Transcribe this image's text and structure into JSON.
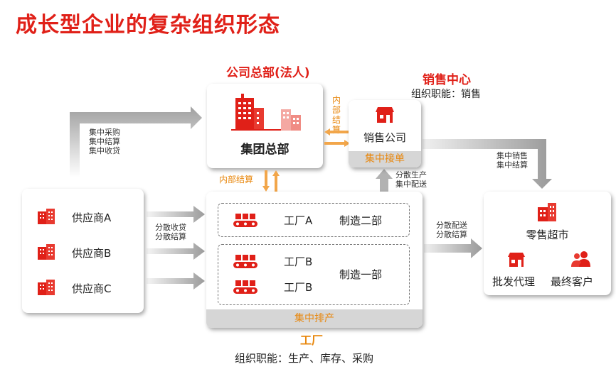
{
  "title": "成长型企业的复杂组织形态",
  "hq": {
    "heading": "公司总部(法人)",
    "name": "集团总部",
    "internal_settlement_vertical": "内部结算",
    "internal_settlement_side": [
      "内",
      "部",
      "结",
      "算"
    ]
  },
  "sales": {
    "heading": "销售中心",
    "function": "组织职能：销售",
    "company": "销售公司",
    "bar": "集中接单"
  },
  "suppliers": {
    "items": [
      "供应商A",
      "供应商B",
      "供应商C"
    ]
  },
  "arrows": {
    "top_left": [
      "集中采购",
      "集中结算",
      "集中收贷"
    ],
    "supplier_to_factory": [
      "分散收贷",
      "分散结算"
    ],
    "factory_to_sales": [
      "分散生产",
      "集中配送"
    ],
    "factory_to_retail": [
      "分散配送",
      "分散结算"
    ],
    "sales_to_retail": [
      "集中销售",
      "集中结算"
    ]
  },
  "factory": {
    "heading": "工厂",
    "function": "组织职能：生产、库存、采购",
    "bar": "集中排产",
    "group1": {
      "plants": [
        "工厂A"
      ],
      "dept": "制造二部"
    },
    "group2": {
      "plants": [
        "工厂B",
        "工厂B"
      ],
      "dept": "制造一部"
    }
  },
  "retail": {
    "name": "零售超市",
    "wholesale": "批发代理",
    "customer": "最终客户"
  },
  "colors": {
    "red": "#e02018",
    "orange": "#e8870d",
    "gray_arrow": "#a6a6a6"
  }
}
